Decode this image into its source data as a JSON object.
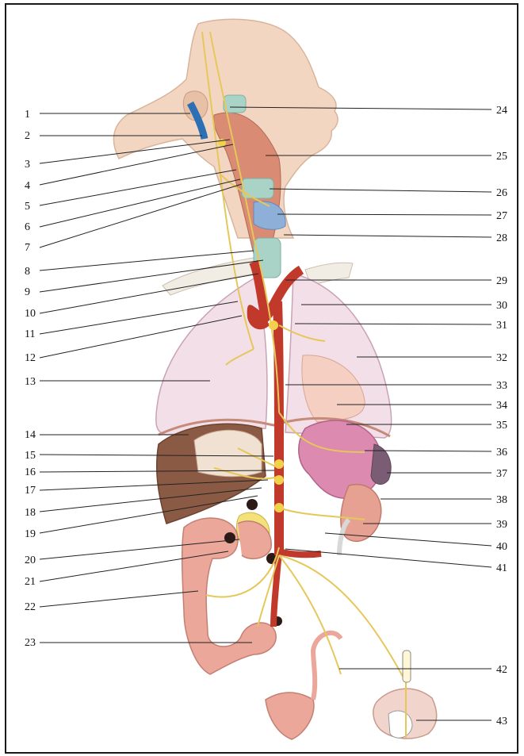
{
  "figure": {
    "left_labels": [
      "1",
      "2",
      "3",
      "4",
      "5",
      "6",
      "7",
      "8",
      "9",
      "10",
      "11",
      "12",
      "13",
      "14",
      "15",
      "16",
      "17",
      "18",
      "19",
      "20",
      "21",
      "22",
      "23"
    ],
    "right_labels": [
      "24",
      "25",
      "26",
      "27",
      "28",
      "29",
      "30",
      "31",
      "32",
      "33",
      "34",
      "35",
      "36",
      "37",
      "38",
      "39",
      "40",
      "41",
      "42",
      "43"
    ]
  },
  "colors": {
    "skin": "#f3d6c2",
    "skin_shadow": "#e2b69c",
    "nerve": "#e6c75a",
    "artery": "#c0392b",
    "vein": "#2c6fb5",
    "lung": "#f2dfe8",
    "liver": "#8a5a44",
    "stomach": "#dd8ab0",
    "intestine": "#eaa79a",
    "muscle": "#d98b73",
    "cartilage": "#a9d3c6"
  }
}
